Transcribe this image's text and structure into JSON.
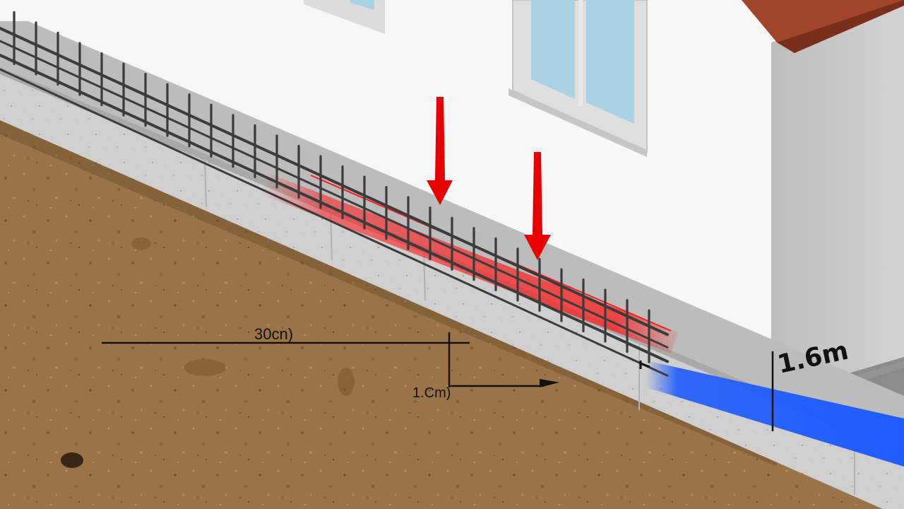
{
  "labels": {
    "width_dimension": "30cn)",
    "depth_dimension": "1.Cm)",
    "height_dimension": "1.6m"
  },
  "colors": {
    "wall": "#f7f7f7",
    "wall_side": "#c8c8c8",
    "roof": "#a0442a",
    "window_glass": "#a9d3e3",
    "window_frame": "#dcdcdc",
    "concrete": "#cfcfcf",
    "concrete_dark": "#a9a9a9",
    "soil": "#9a7448",
    "soil_dark": "#6e4d2c",
    "rebar": "#3b3b3b",
    "stress_highlight": "#ff1a1a",
    "arrow": "#e60000",
    "water_strip": "#1f5cff",
    "dimension_line": "#111111"
  },
  "icons": {
    "load_arrow": "arrow-down-icon",
    "dimension_arrow": "arrow-right-icon"
  }
}
